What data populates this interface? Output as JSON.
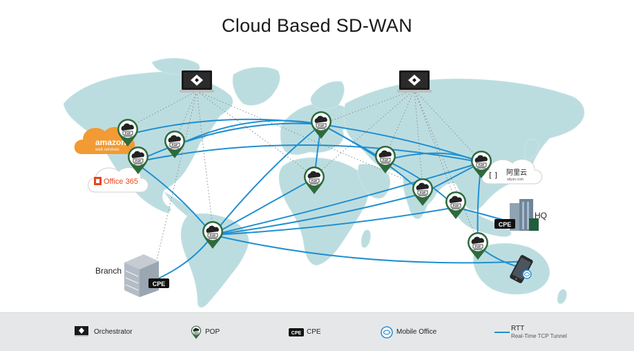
{
  "title": "Cloud Based SD-WAN",
  "pop_label": "POP",
  "cpe_label": "CPE",
  "site_labels": {
    "hq": "HQ",
    "branch": "Branch"
  },
  "cloud_providers": {
    "aws_line1": "amazon",
    "aws_line2": "web services",
    "office": "Office 365",
    "aliyun_cn": "阿里云",
    "aliyun_url": "aliyun.com"
  },
  "legend": {
    "orchestrator": "Orchestrator",
    "pop": "POP",
    "cpe": "CPE",
    "mobile_office": "Mobile Office",
    "rtt": "RTT",
    "rtt_desc": "Real-Time TCP Tunnel"
  },
  "colors": {
    "tunnel": "#1f8fd1",
    "pop_green": "#2e6b3c",
    "map_land": "#bcdde0",
    "aws_orange": "#f29a33"
  }
}
